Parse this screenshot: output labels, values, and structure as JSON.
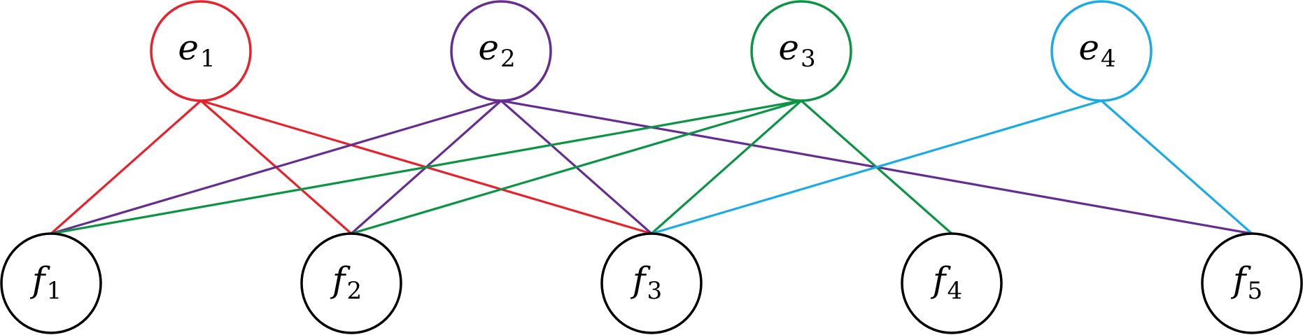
{
  "graph": {
    "top_nodes": [
      {
        "id": "e1",
        "letter": "e",
        "sub": "1",
        "color": "#e8212b"
      },
      {
        "id": "e2",
        "letter": "e",
        "sub": "2",
        "color": "#662d91"
      },
      {
        "id": "e3",
        "letter": "e",
        "sub": "3",
        "color": "#0a9444"
      },
      {
        "id": "e4",
        "letter": "e",
        "sub": "4",
        "color": "#1aabe6"
      }
    ],
    "bottom_nodes": [
      {
        "id": "f1",
        "letter": "f",
        "sub": "1",
        "color": "#000000"
      },
      {
        "id": "f2",
        "letter": "f",
        "sub": "2",
        "color": "#000000"
      },
      {
        "id": "f3",
        "letter": "f",
        "sub": "3",
        "color": "#000000"
      },
      {
        "id": "f4",
        "letter": "f",
        "sub": "4",
        "color": "#000000"
      },
      {
        "id": "f5",
        "letter": "f",
        "sub": "5",
        "color": "#000000"
      }
    ],
    "edges": [
      {
        "from": "e1",
        "to": "f1"
      },
      {
        "from": "e1",
        "to": "f2"
      },
      {
        "from": "e1",
        "to": "f3"
      },
      {
        "from": "e2",
        "to": "f1"
      },
      {
        "from": "e2",
        "to": "f2"
      },
      {
        "from": "e2",
        "to": "f3"
      },
      {
        "from": "e2",
        "to": "f5"
      },
      {
        "from": "e3",
        "to": "f1"
      },
      {
        "from": "e3",
        "to": "f2"
      },
      {
        "from": "e3",
        "to": "f3"
      },
      {
        "from": "e3",
        "to": "f4"
      },
      {
        "from": "e4",
        "to": "f3"
      },
      {
        "from": "e4",
        "to": "f5"
      }
    ]
  }
}
